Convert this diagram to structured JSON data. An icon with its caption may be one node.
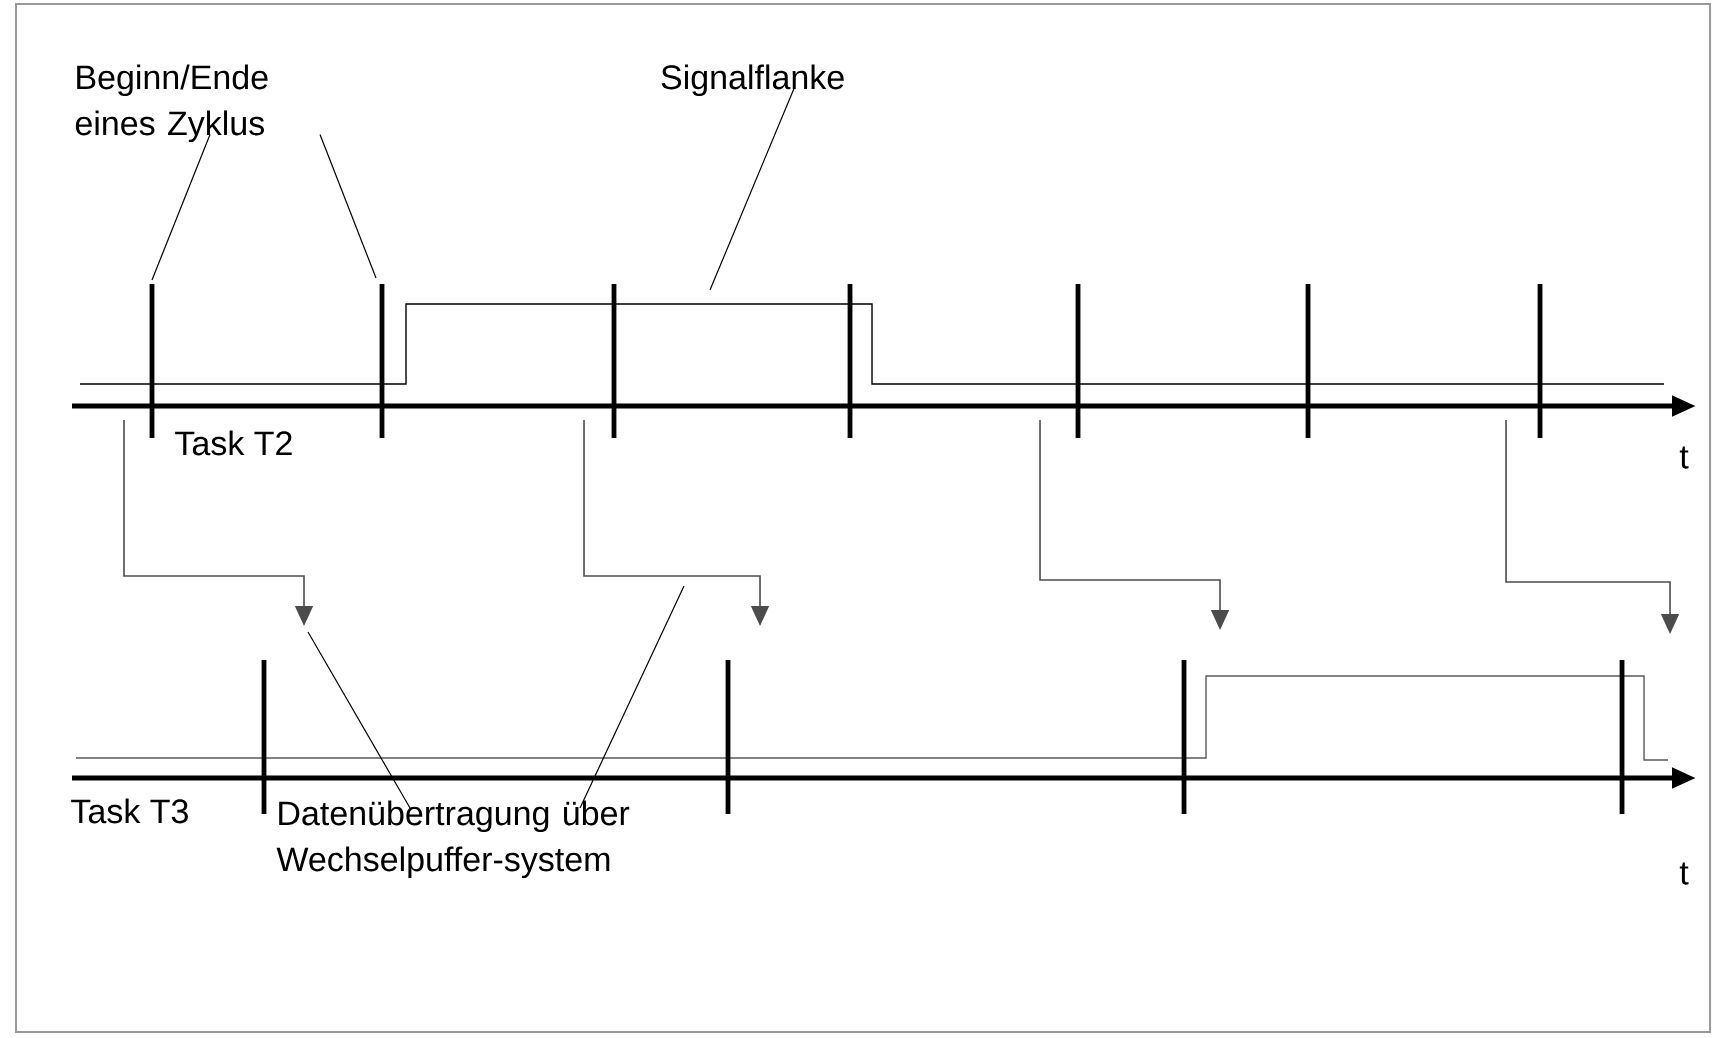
{
  "diagram": {
    "nodes": [
      {
        "text": [
          "Beginn/Ende eines Zyklus"
        ]
      },
      {
        "text": [
          "Signalflanke"
        ]
      },
      {
        "text": [
          "Datenübertragung über Wechselpuffer-system"
        ]
      }
    ],
    "edges": [
      {
        "from": 0,
        "to": null,
        "arrow": "none"
      },
      {
        "from": 0,
        "to": null,
        "arrow": "none"
      },
      {
        "from": 1,
        "to": null,
        "arrow": "none"
      },
      {
        "from": 2,
        "to": null,
        "arrow": "none"
      },
      {
        "from": 2,
        "to": null,
        "arrow": "none"
      }
    ],
    "labels": [
      "Task T2",
      "t",
      "Task T3",
      "t"
    ]
  }
}
